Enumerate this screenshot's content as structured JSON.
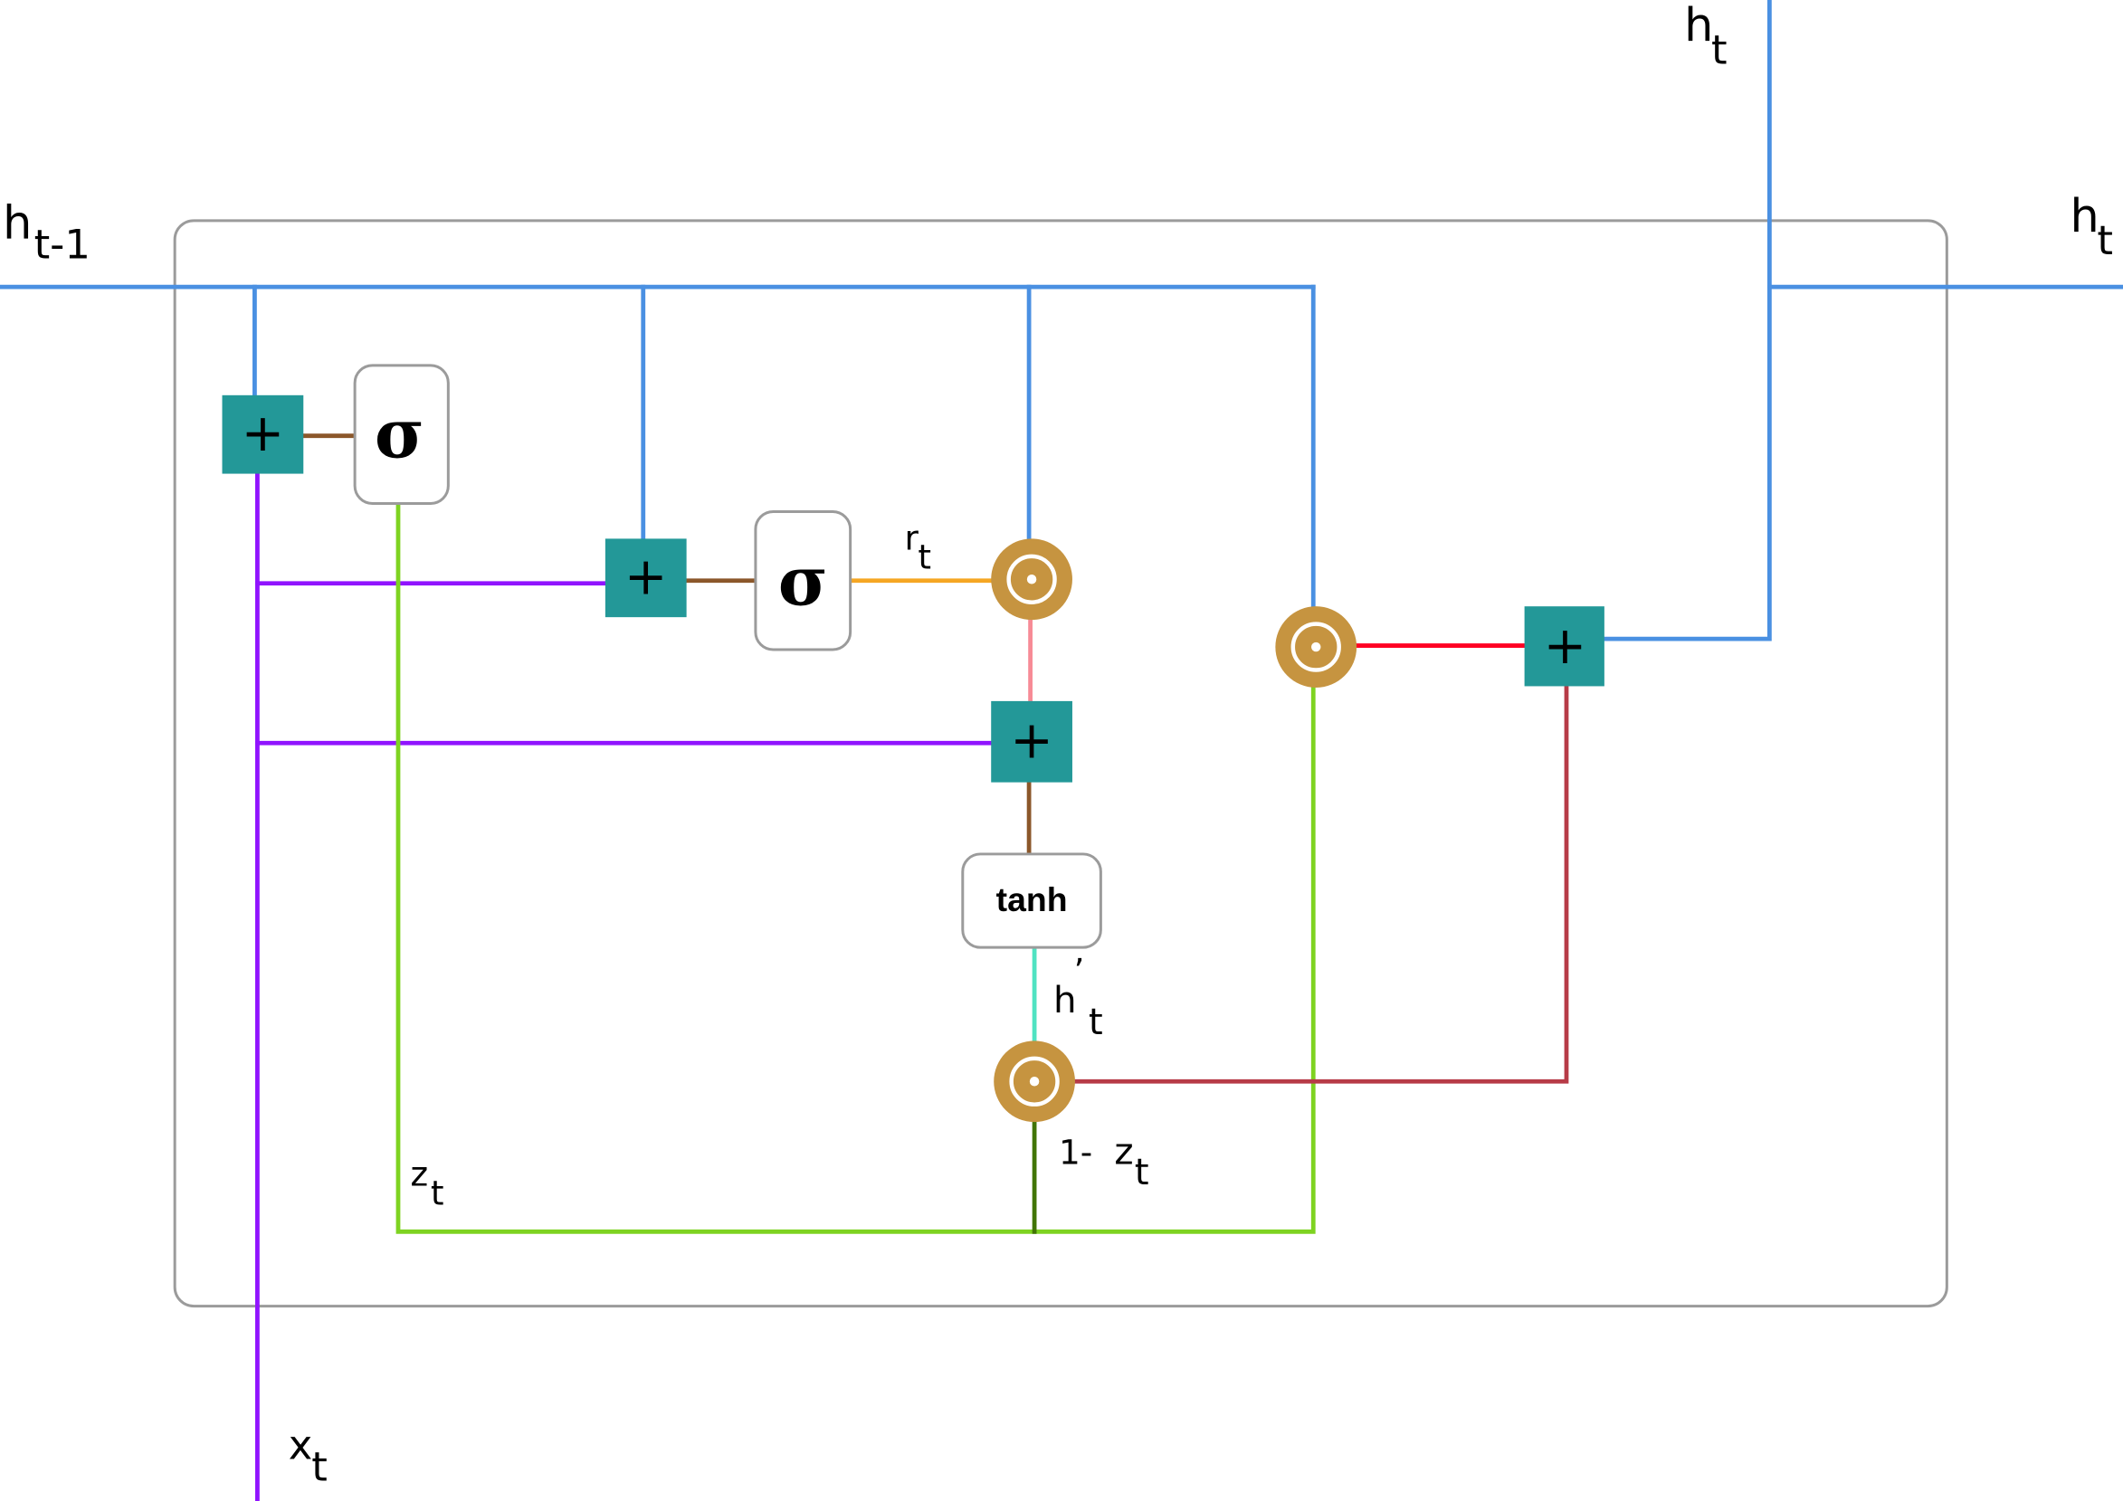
{
  "diagram": {
    "title": "GRU cell",
    "labels": {
      "h_prev_main": "h",
      "h_prev_sub": "t-1",
      "h_out_top_main": "h",
      "h_out_top_sub": "t",
      "h_out_right_main": "h",
      "h_out_right_sub": "t",
      "x_main": "x",
      "x_sub": "t",
      "r_main": "r",
      "r_sub": "t",
      "z_main": "z",
      "z_sub": "t",
      "hprime_main": "h",
      "hprime_prime": "’",
      "hprime_sub": "t",
      "one_minus_z_prefix": "1-",
      "one_minus_z_main": "z",
      "one_minus_z_sub": "t"
    },
    "nodes": {
      "add_symbol": "+",
      "sigmoid_update": "σ",
      "sigmoid_reset": "σ",
      "tanh": "tanh"
    },
    "colors": {
      "hidden": "#4a90e2",
      "input": "#9013fe",
      "gate": "#7ed321",
      "one_minus_gate": "#417505",
      "reset": "#f5a623",
      "pink": "#f78b96",
      "cand": "#50e3c2",
      "brown": "#8b572a",
      "red": "#ff0023",
      "dark_red": "#b73b47",
      "add_box": "#239898",
      "mult": "#c69440",
      "frame": "#9b9b9b"
    }
  }
}
